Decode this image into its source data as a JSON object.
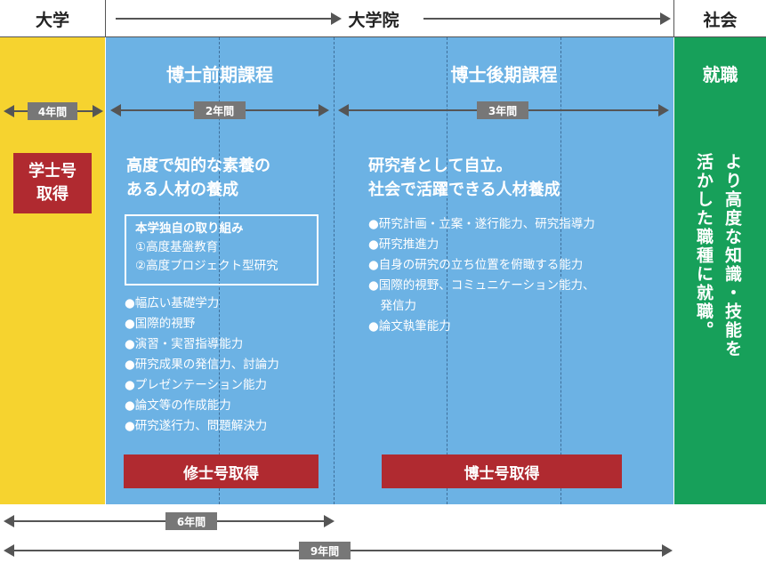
{
  "headers": {
    "undergrad": "大学",
    "grad": "大学院",
    "society": "社会"
  },
  "colors": {
    "yellow": "#f6d32f",
    "blue": "#6cb2e4",
    "green": "#17a05a",
    "red": "#b02a30",
    "gray": "#777777"
  },
  "undergrad": {
    "duration": "4年間",
    "degree": "学士号\n取得"
  },
  "master": {
    "title": "博士前期課程",
    "duration": "2年間",
    "heading": "高度で知的な素養の\nある人材の養成",
    "box_title": "本学独自の取り組み",
    "box_items": [
      "①高度基盤教育",
      "②高度プロジェクト型研究"
    ],
    "bullets": [
      "●幅広い基礎学力",
      "●国際的視野",
      "●演習・実習指導能力",
      "●研究成果の発信力、討論力",
      "●プレゼンテーション能力",
      "●論文等の作成能力",
      "●研究遂行力、問題解決力"
    ],
    "degree": "修士号取得"
  },
  "doctor": {
    "title": "博士後期課程",
    "duration": "3年間",
    "heading": "研究者として自立。\n社会で活躍できる人材養成",
    "bullets": [
      "●研究計画・立案・遂行能力、研究指導力",
      "●研究推進力",
      "●自身の研究の立ち位置を俯瞰する能力",
      "●国際的視野、コミュニケーション能力、",
      "　発信力",
      "●論文執筆能力"
    ],
    "degree": "博士号取得"
  },
  "career": {
    "title": "就職",
    "text_col1": "より高度な知識・技能を",
    "text_col2": "活かした職種に就職。"
  },
  "totals": {
    "six": "6年間",
    "nine": "9年間"
  }
}
